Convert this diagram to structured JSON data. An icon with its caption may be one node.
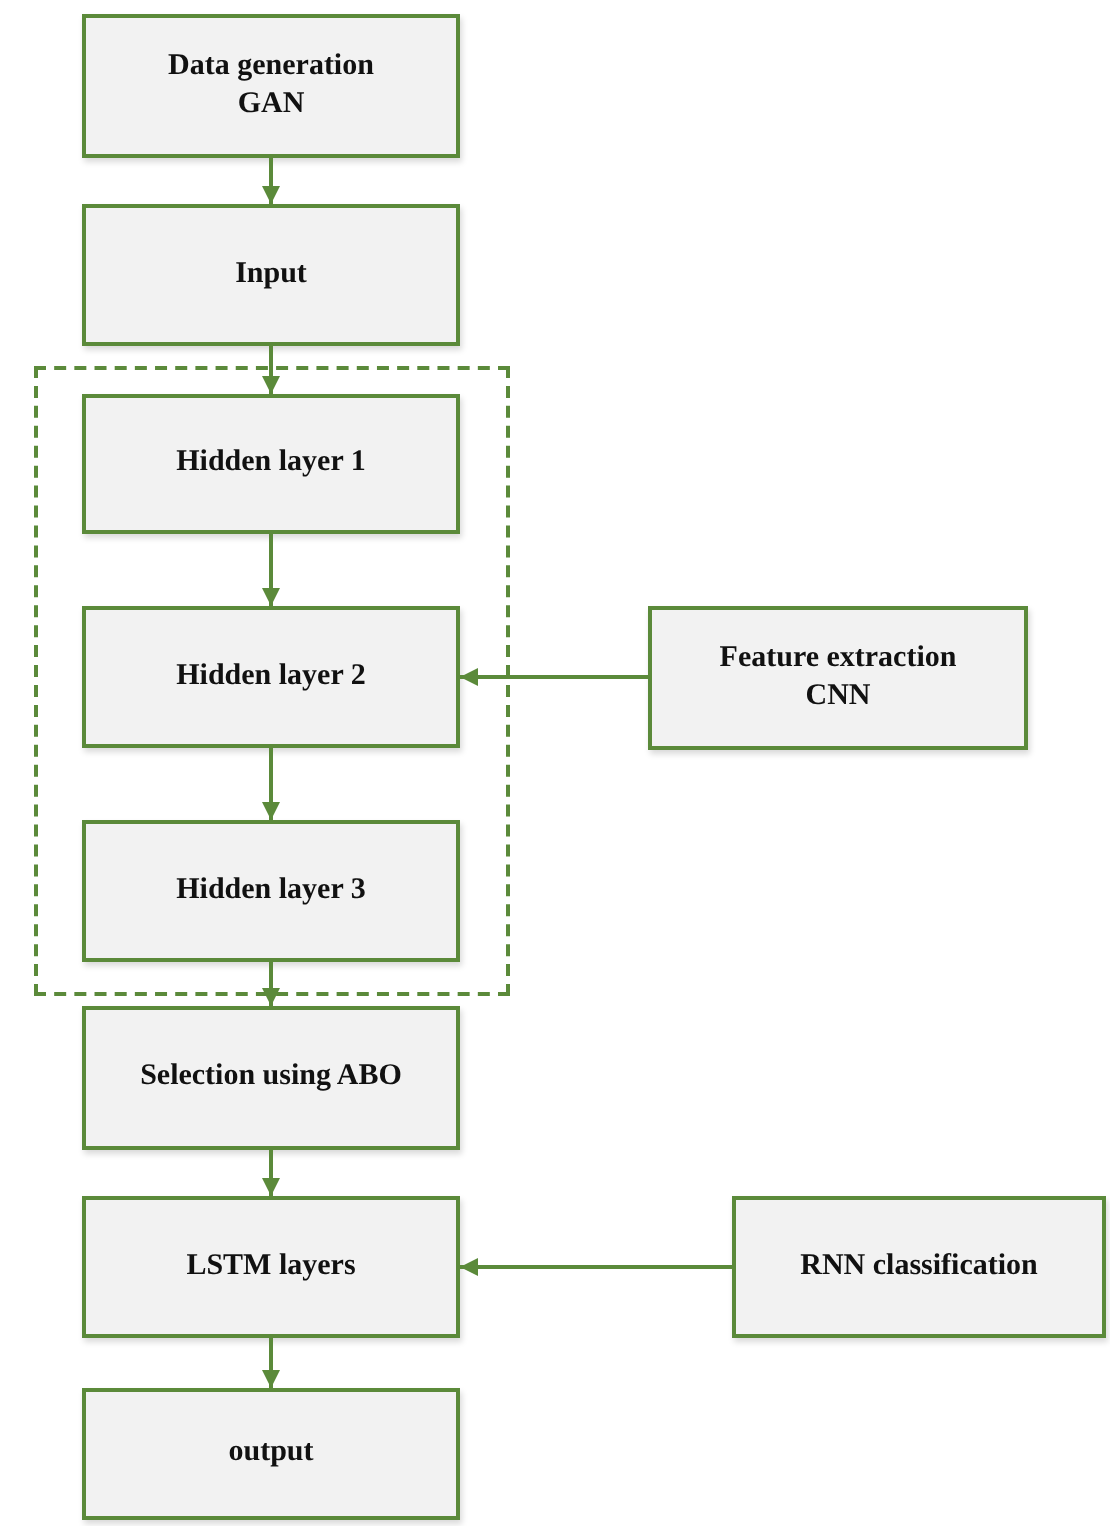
{
  "diagram": {
    "nodes": [
      {
        "text": [
          "Data generation GAN"
        ]
      },
      {
        "text": [
          "Input"
        ]
      },
      {
        "text": [],
        "shape": "box"
      },
      {
        "text": [
          "Hidden layer 1"
        ],
        "in": 2
      },
      {
        "text": [
          "Hidden layer 2"
        ],
        "in": 2
      },
      {
        "text": [
          "Feature extraction CNN"
        ]
      },
      {
        "text": [
          "Hidden layer 3"
        ],
        "in": 2
      },
      {
        "text": [
          "Selection using ABO"
        ]
      },
      {
        "text": [
          "LSTM layers"
        ]
      },
      {
        "text": [
          "RNN classification"
        ]
      },
      {
        "text": [
          "output"
        ]
      }
    ],
    "edges": [
      {
        "from": 0,
        "to": 1,
        "arrow": "to"
      },
      {
        "from": 1,
        "to": 3,
        "arrow": "to"
      },
      {
        "from": 3,
        "to": 4,
        "arrow": "to"
      },
      {
        "from": 5,
        "to": 4,
        "arrow": "to"
      },
      {
        "from": 4,
        "to": 6,
        "arrow": "to"
      },
      {
        "from": 6,
        "to": 7,
        "arrow": "to"
      },
      {
        "from": 7,
        "to": 8,
        "arrow": "to"
      },
      {
        "from": 9,
        "to": 8,
        "arrow": "to"
      },
      {
        "from": 8,
        "to": 10,
        "arrow": "to"
      }
    ]
  }
}
